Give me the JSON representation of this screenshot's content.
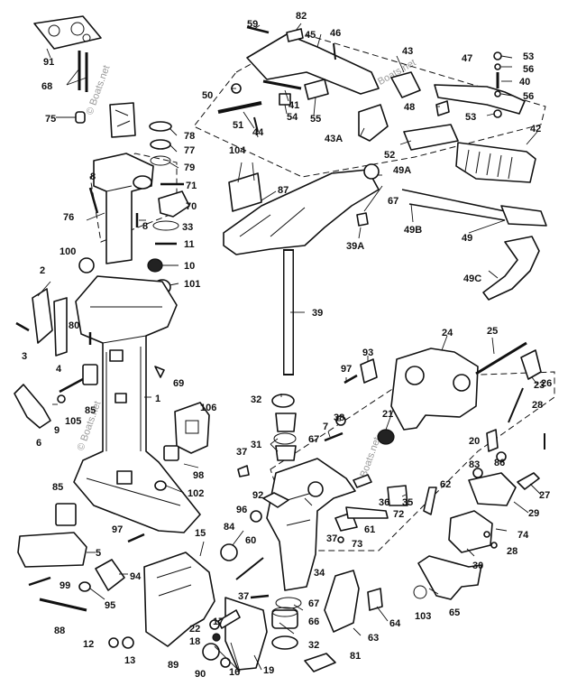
{
  "watermark": "© Boats.net",
  "labels": [
    "1",
    "2",
    "3",
    "4",
    "5",
    "6",
    "7",
    "8",
    "9",
    "10",
    "11",
    "12",
    "13",
    "15",
    "16",
    "17",
    "18",
    "19",
    "20",
    "21",
    "22",
    "23",
    "24",
    "25",
    "26",
    "27",
    "28",
    "29",
    "30",
    "31",
    "32",
    "33",
    "34",
    "35",
    "36",
    "37",
    "38",
    "39",
    "39A",
    "40",
    "41",
    "42",
    "43",
    "43A",
    "44",
    "45",
    "46",
    "47",
    "48",
    "49",
    "49A",
    "49B",
    "49C",
    "50",
    "51",
    "52",
    "53",
    "54",
    "55",
    "56",
    "59",
    "60",
    "61",
    "62",
    "63",
    "64",
    "65",
    "66",
    "67",
    "68",
    "69",
    "70",
    "71",
    "72",
    "73",
    "74",
    "75",
    "76",
    "77",
    "78",
    "79",
    "80",
    "81",
    "82",
    "83",
    "84",
    "85",
    "86",
    "87",
    "88",
    "89",
    "90",
    "91",
    "92",
    "93",
    "94",
    "95",
    "96",
    "97",
    "98",
    "99",
    "100",
    "101",
    "102",
    "103",
    "104",
    "105",
    "106"
  ]
}
